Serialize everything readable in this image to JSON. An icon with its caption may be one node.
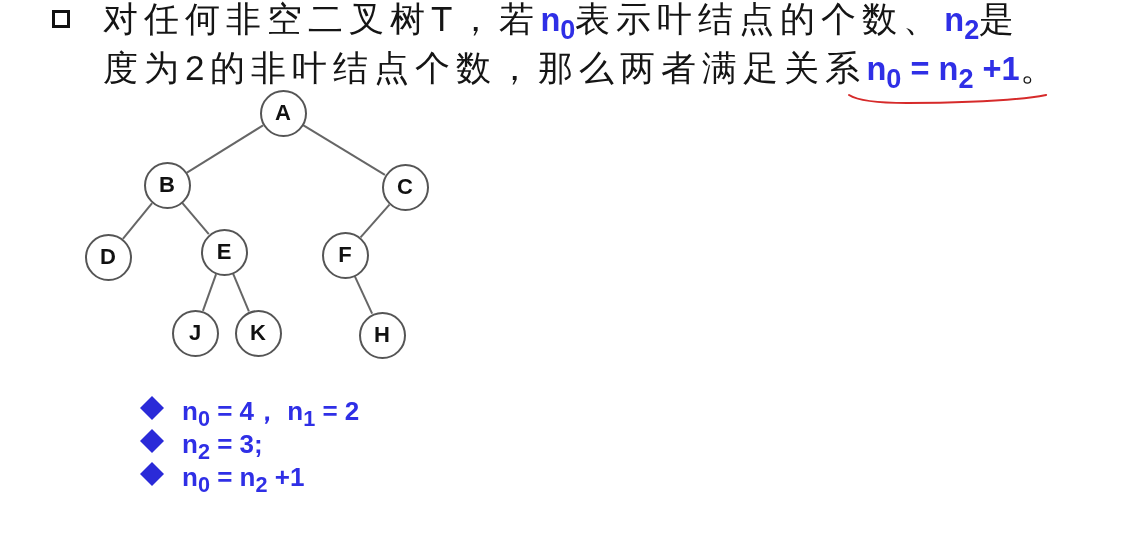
{
  "diagram": {
    "title": "对任何非空二叉树T，若**n$_{0}$**表示叶结点的个数、**n$_{2}$**是度为2的非叶结点个数，那么两者满足关系**n$_{0}$ = n$_{2}$ +1**。",
    "nodes": [
      {
        "text": [
          "A"
        ]
      },
      {
        "text": [
          "B"
        ]
      },
      {
        "text": [
          "C"
        ]
      },
      {
        "text": [
          "D"
        ]
      },
      {
        "text": [
          "E"
        ]
      },
      {
        "text": [
          "F"
        ]
      },
      {
        "text": [
          "J"
        ]
      },
      {
        "text": [
          "K"
        ]
      },
      {
        "text": [
          "H"
        ]
      }
    ],
    "edges": [
      {
        "from": 0,
        "to": 1,
        "arrow": "none"
      },
      {
        "from": 0,
        "to": 2,
        "arrow": "none"
      },
      {
        "from": 1,
        "to": 3,
        "arrow": "none"
      },
      {
        "from": 1,
        "to": 4,
        "arrow": "none"
      },
      {
        "from": 2,
        "to": 5,
        "arrow": "none"
      },
      {
        "from": 4,
        "to": 6,
        "arrow": "none"
      },
      {
        "from": 4,
        "to": 7,
        "arrow": "none"
      },
      {
        "from": 5,
        "to": 8,
        "arrow": "none"
      }
    ],
    "labels": [
      "n$_{0}$ = 4， n$_{1}$ = 2",
      "n$_{2}$ = 3;",
      "n$_{0}$ = n$_{2}$ +1"
    ]
  }
}
